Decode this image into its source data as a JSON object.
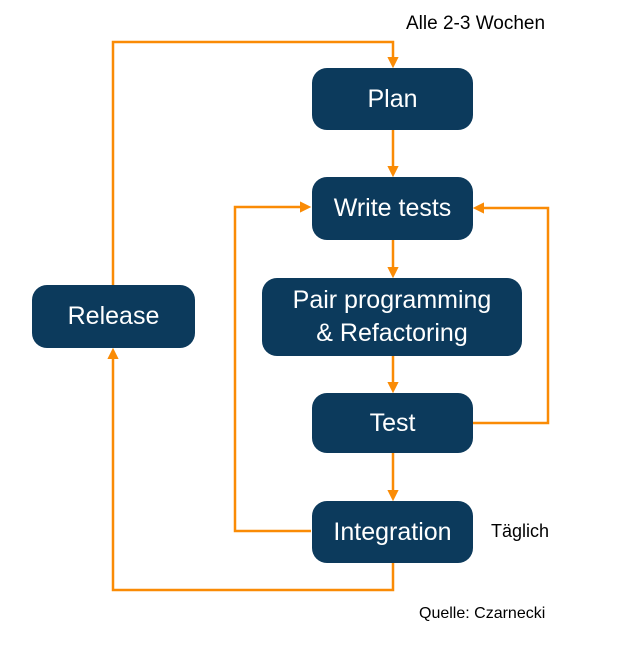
{
  "diagram_title": "XP development cycle flowchart",
  "nodes": {
    "plan": {
      "label": "Plan"
    },
    "write_tests": {
      "label": "Write tests"
    },
    "pair_programming": {
      "label_line1": "Pair programming",
      "label_line2": "& Refactoring"
    },
    "test": {
      "label": "Test"
    },
    "integration": {
      "label": "Integration"
    },
    "release": {
      "label": "Release"
    }
  },
  "edges": [
    {
      "from": "plan",
      "to": "write_tests"
    },
    {
      "from": "write_tests",
      "to": "pair_programming"
    },
    {
      "from": "pair_programming",
      "to": "test"
    },
    {
      "from": "test",
      "to": "integration"
    },
    {
      "from": "test",
      "to": "write_tests",
      "kind": "loop-right"
    },
    {
      "from": "integration",
      "to": "write_tests",
      "kind": "loop-left"
    },
    {
      "from": "integration",
      "to": "release",
      "kind": "loop-bottom"
    },
    {
      "from": "release",
      "to": "plan",
      "kind": "loop-top"
    }
  ],
  "annotations": {
    "cycle_frequency": "Alle 2-3 Wochen",
    "daily_frequency": "Täglich",
    "source": "Quelle: Czarnecki"
  },
  "colors": {
    "node_fill": "#0c3a5c",
    "node_text": "#ffffff",
    "connector": "#fa8b05",
    "label_text": "#000000",
    "background": "#ffffff"
  }
}
